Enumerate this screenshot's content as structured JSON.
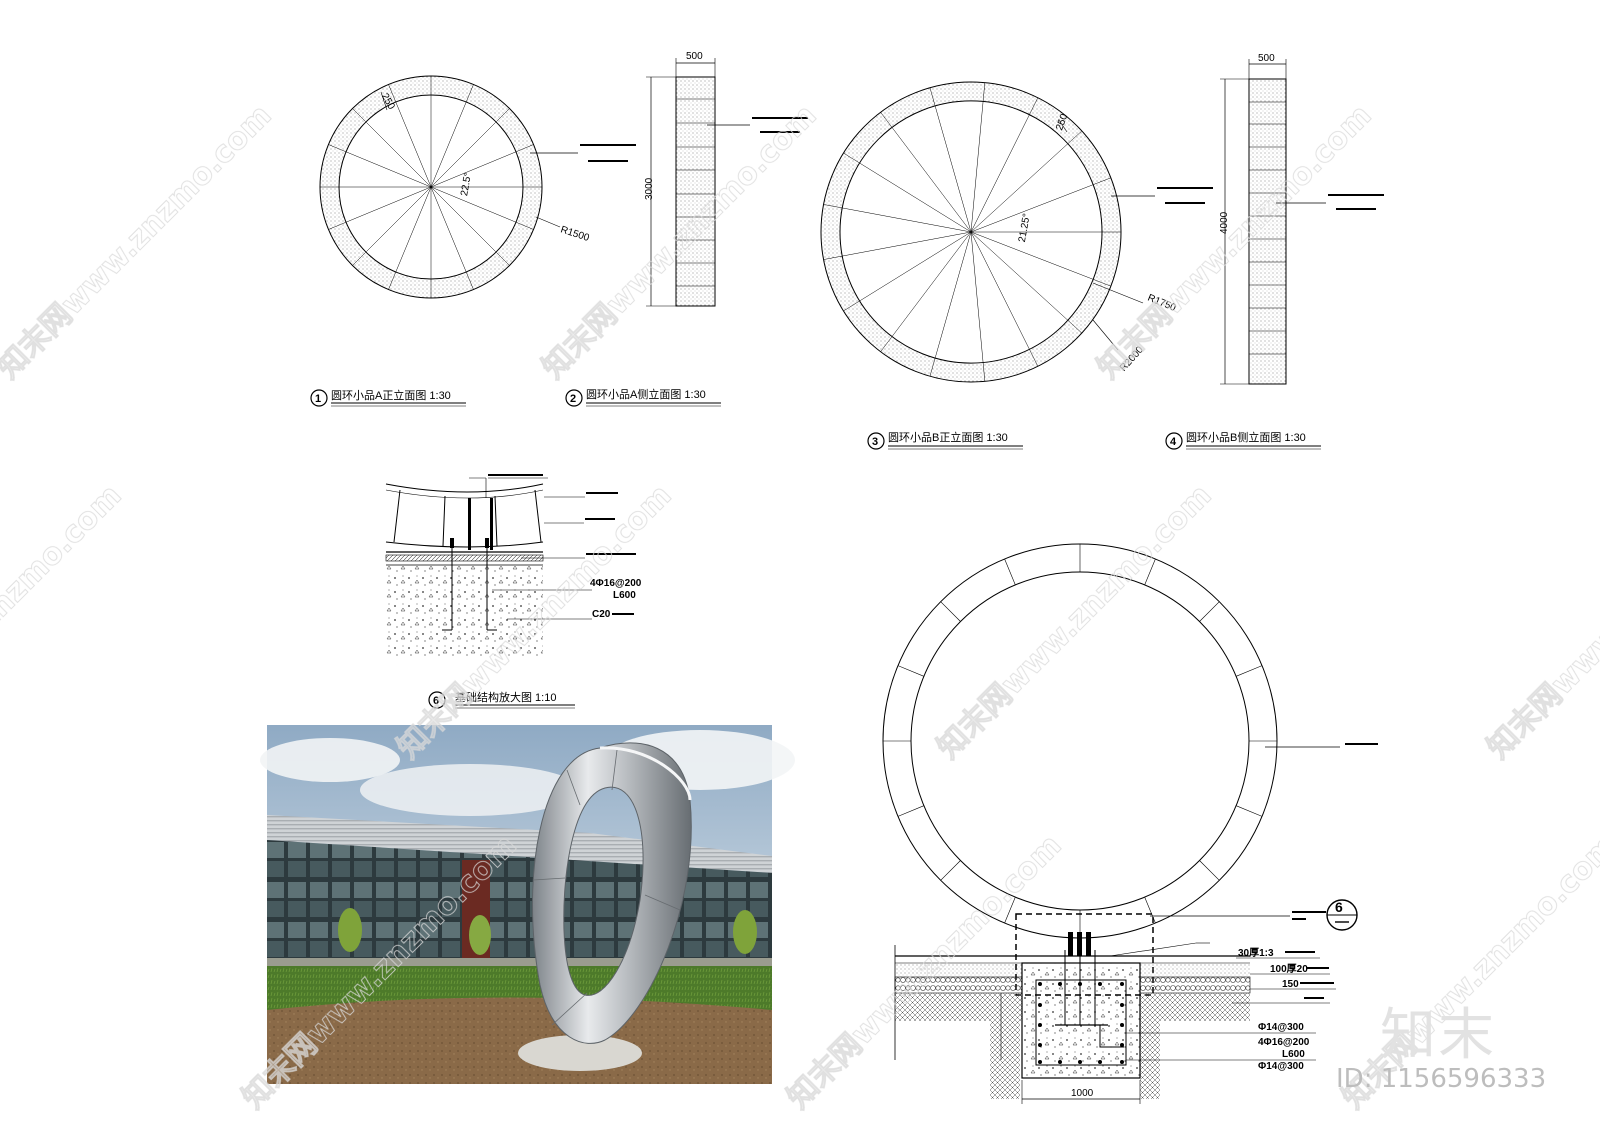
{
  "drawings": {
    "ringA_front": {
      "label_num": "1",
      "title": "圆环小品A正立面图  1:30",
      "dim_band": "250",
      "dim_angle": "22.5°",
      "dim_radius": "R1500"
    },
    "ringA_side": {
      "label_num": "2",
      "title": "圆环小品A侧立面图  1:30",
      "dim_width": "500",
      "dim_height": "3000"
    },
    "ringB_front": {
      "label_num": "3",
      "title": "圆环小品B正立面图  1:30",
      "dim_band": "250",
      "dim_angle": "21.25°",
      "dim_inner_radius": "R1750",
      "dim_outer_radius": "R2000"
    },
    "ringB_side": {
      "label_num": "4",
      "title": "圆环小品B侧立面图  1:30",
      "dim_width": "500",
      "dim_height": "4000"
    },
    "foundation_detail": {
      "label_num": "6",
      "title": "基础结构放大图  1:10",
      "rebar_note": "4Φ16@200",
      "rebar_length": "L600",
      "concrete_note": "C20"
    },
    "section": {
      "callout_num": "6",
      "layer_30": "30厚1:3",
      "layer_100": "100厚20",
      "layer_150": "150",
      "rebar_1": "Φ14@300",
      "rebar_2": "4Φ16@200",
      "rebar_len": "L600",
      "rebar_3": "Φ14@300",
      "width": "1000"
    }
  },
  "watermark": {
    "site": "知末网www.znzmo.com",
    "logo": "知末",
    "id": "ID: 1156596333"
  }
}
